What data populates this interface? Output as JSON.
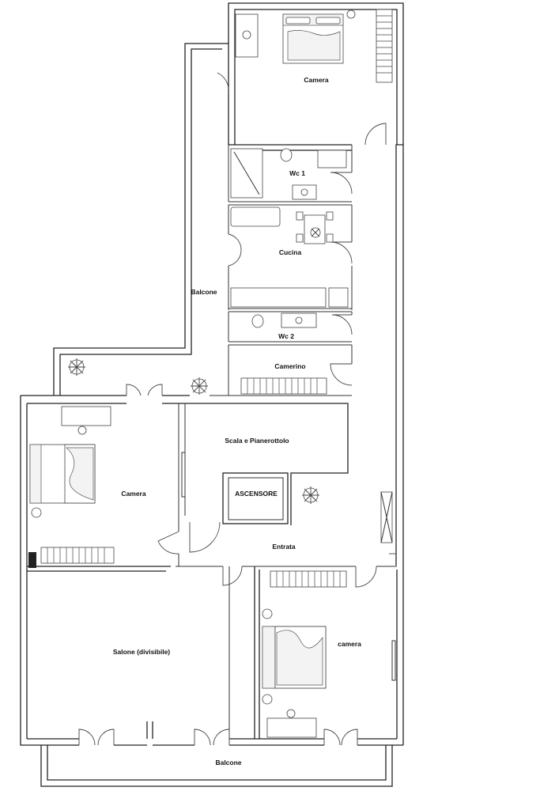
{
  "plan": {
    "rooms": {
      "camera_top": "Camera",
      "wc1": "Wc 1",
      "cucina": "Cucina",
      "balcone_side": "Balcone",
      "wc2": "Wc 2",
      "camerino": "Camerino",
      "scala": "Scala e Pianerottolo",
      "ascensore": "ASCENSORE",
      "camera_left": "Camera",
      "entrata": "Entrata",
      "salone": "Salone (divisibile)",
      "camera_right": "camera",
      "balcone_bottom": "Balcone"
    }
  }
}
